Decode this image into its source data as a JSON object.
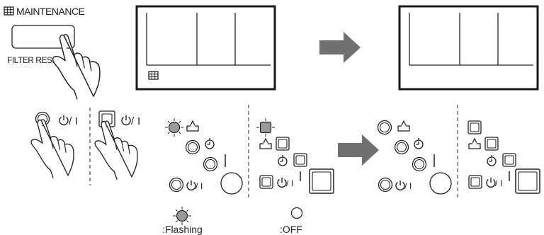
{
  "maintenance_label": "MAINTENANCE",
  "filter_reset_label": "FILTER RESE",
  "power_symbol": "⏻/I",
  "on_symbol": "I",
  "legend": {
    "flashing_label": ":Flashing",
    "off_label": ":OFF"
  },
  "colors": {
    "ink": "#222222",
    "arrow": "#707070",
    "flashing_fill": "#9a9a9a",
    "hand_fill": "#ffffff"
  },
  "icons": [
    "filter-grid-icon",
    "hand-press-icon",
    "power-icon",
    "clock-icon",
    "fan-sign-icon",
    "transition-arrow-icon"
  ]
}
